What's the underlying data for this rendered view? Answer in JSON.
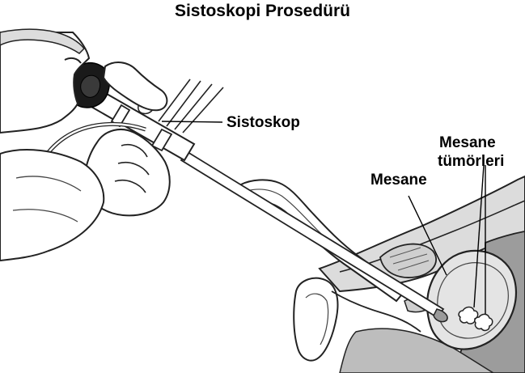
{
  "title": "Sistoskopi Prosedürü",
  "labels": {
    "cystoscope": "Sistoskop",
    "bladder": "Mesane",
    "bladder_tumors_line1": "Mesane",
    "bladder_tumors_line2": "tümörleri"
  },
  "colors": {
    "background": "#ffffff",
    "line": "#222222",
    "skin": "#ffffff",
    "tissue_gray": "#b8b8b8",
    "tissue_light": "#dcdcdc",
    "eyepiece": "#1a1a1a",
    "bladder_fill": "#e4e4e4"
  }
}
